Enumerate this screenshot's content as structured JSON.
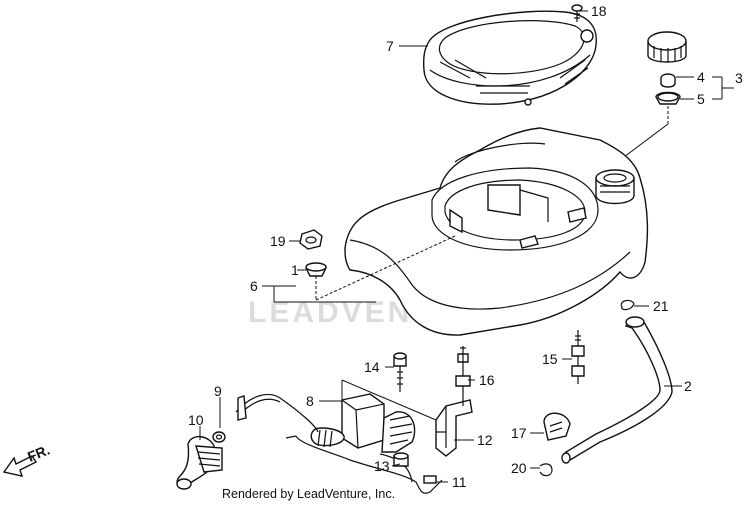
{
  "diagram": {
    "watermark": "LEADVENTURE",
    "credit": "Rendered by LeadVenture, Inc.",
    "direction_label": "FR.",
    "callouts": [
      "1",
      "2",
      "3",
      "4",
      "5",
      "6",
      "7",
      "8",
      "9",
      "10",
      "11",
      "12",
      "13",
      "14",
      "15",
      "16",
      "17",
      "18",
      "19",
      "20",
      "21"
    ]
  }
}
